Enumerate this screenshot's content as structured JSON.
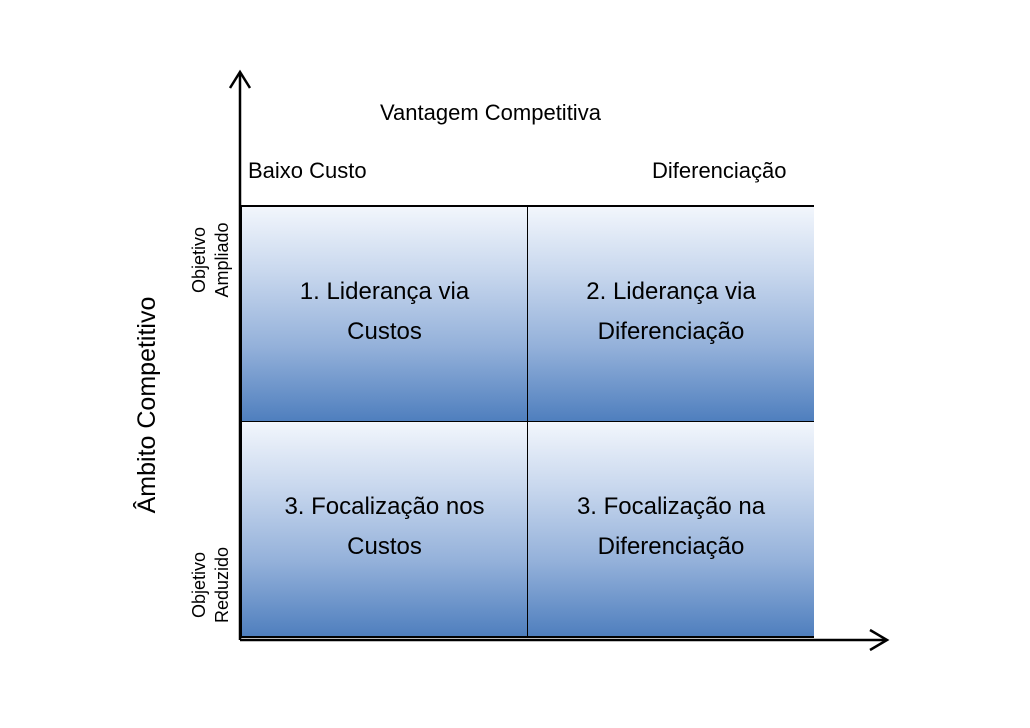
{
  "diagram": {
    "x_axis_title": "Vantagem Competitiva",
    "x_left_label": "Baixo Custo",
    "x_right_label": "Diferenciação",
    "y_axis_title": "Âmbito Competitivo",
    "y_top_label_line1": "Objetivo",
    "y_top_label_line2": "Ampliado",
    "y_bottom_label_line1": "Objetivo",
    "y_bottom_label_line2": "Reduzido",
    "cells": [
      {
        "line1": "1. Liderança via",
        "line2": "Custos"
      },
      {
        "line1": "2. Liderança via",
        "line2": "Diferenciação"
      },
      {
        "line1": "3. Focalização nos",
        "line2": "Custos"
      },
      {
        "line1": "3. Focalização na",
        "line2": "Diferenciação"
      }
    ]
  }
}
